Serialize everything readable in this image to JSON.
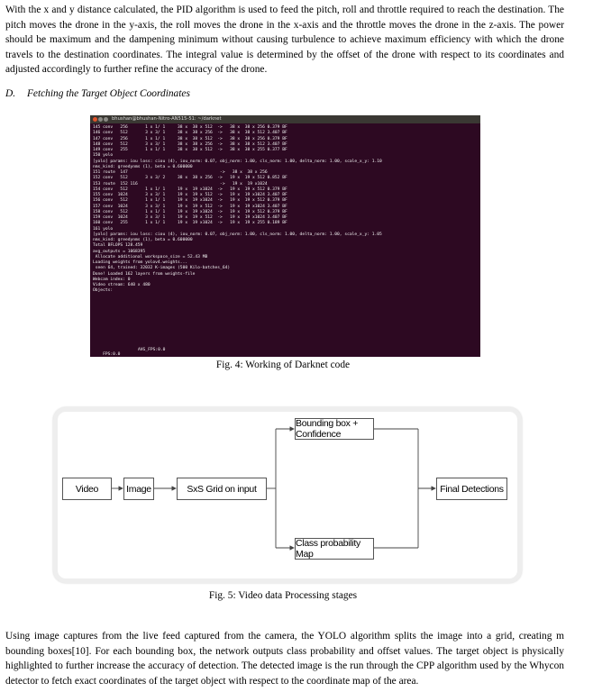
{
  "paragraph_top": "With the x and y distance calculated, the PID algorithm is used to feed the pitch, roll and throttle required to reach the destination. The pitch moves the drone in the y-axis, the roll moves the drone in the x-axis and the throttle moves the drone in the z-axis. The power should be maximum and the dampening minimum without causing turbulence to achieve maximum efficiency with which the drone travels to the destination coordinates. The integral value is determined by the offset of the drone with respect to its coordinates and adjusted accordingly to further refine the accuracy of the drone.",
  "section": {
    "number": "D.",
    "title": "Fetching the Target Object Coordinates"
  },
  "terminal": {
    "title": "bhushan@bhushan-Nitro-AN515-51: ~/darknet",
    "lines": [
      "145 conv   256       1 x 1/ 1     38 x  38 x 512  ->   38 x  38 x 256 0.379 BF",
      "146 conv   512       3 x 3/ 1     38 x  38 x 256  ->   38 x  38 x 512 3.407 BF",
      "147 conv   256       1 x 1/ 1     38 x  38 x 512  ->   38 x  38 x 256 0.379 BF",
      "148 conv   512       3 x 3/ 1     38 x  38 x 256  ->   38 x  38 x 512 3.407 BF",
      "149 conv   255       1 x 1/ 1     38 x  38 x 512  ->   38 x  38 x 255 0.377 BF",
      "150 yolo",
      "[yolo] params: iou loss: ciou (4), iou_norm: 0.07, obj_norm: 1.00, cls_norm: 1.00, delta_norm: 1.00, scale_x_y: 1.10",
      "nms_kind: greedynms (1), beta = 0.600000",
      "151 route  147                                     ->   38 x  38 x 256",
      "152 conv   512       3 x 3/ 2     38 x  38 x 256  ->   19 x  19 x 512 0.852 BF",
      "153 route  152 116                                 ->   19 x  19 x1024",
      "154 conv   512       1 x 1/ 1     19 x  19 x1024  ->   19 x  19 x 512 0.379 BF",
      "155 conv  1024       3 x 3/ 1     19 x  19 x 512  ->   19 x  19 x1024 3.407 BF",
      "156 conv   512       1 x 1/ 1     19 x  19 x1024  ->   19 x  19 x 512 0.379 BF",
      "157 conv  1024       3 x 3/ 1     19 x  19 x 512  ->   19 x  19 x1024 3.407 BF",
      "158 conv   512       1 x 1/ 1     19 x  19 x1024  ->   19 x  19 x 512 0.379 BF",
      "159 conv  1024       3 x 3/ 1     19 x  19 x 512  ->   19 x  19 x1024 3.407 BF",
      "160 conv   255       1 x 1/ 1     19 x  19 x1024  ->   19 x  19 x 255 0.189 BF",
      "161 yolo",
      "[yolo] params: iou loss: ciou (4), iou_norm: 0.07, obj_norm: 1.00, cls_norm: 1.00, delta_norm: 1.00, scale_x_y: 1.05",
      "nms_kind: greedynms (1), beta = 0.600000",
      "Total BFLOPS 128.459",
      "avg_outputs = 1068395",
      " Allocate additional workspace_size = 52.43 MB",
      "Loading weights from yolov4.weights...",
      " seen 64, trained: 32032 K-images (500 Kilo-batches_64)",
      "Done! Loaded 162 layers from weights-file",
      "Webcam index: 0",
      "Video stream: 640 x 480",
      "Objects:"
    ],
    "fps": "FPS:0.0",
    "avg_fps": "AVG_FPS:0.0"
  },
  "fig4_caption": "Fig. 4: Working of Darknet code",
  "fig5": {
    "nodes": {
      "video": "Video",
      "image": "Image",
      "grid": "SxS Grid on input",
      "bbox": "Bounding box + Confidence",
      "classmap": "Class probability Map",
      "final": "Final Detections"
    }
  },
  "fig5_caption": "Fig. 5: Video data Processing stages",
  "paragraph_bottom": "Using image captures from the live feed captured from the camera, the YOLO algorithm splits the image into a grid, creating m bounding boxes[10]. For each bounding box, the network outputs class probability and offset values. The target object is physically highlighted to further increase the accuracy of detection. The detected image is the run through the CPP algorithm used by the Whycon detector to fetch exact coordinates of the target object with respect to the coordinate map of the area.",
  "colors": {
    "terminal_bg": "#2d0922",
    "titlebar": "#3a3833",
    "close": "#e0532a",
    "minimize": "#8c8a85",
    "maximize": "#8c8a85"
  }
}
